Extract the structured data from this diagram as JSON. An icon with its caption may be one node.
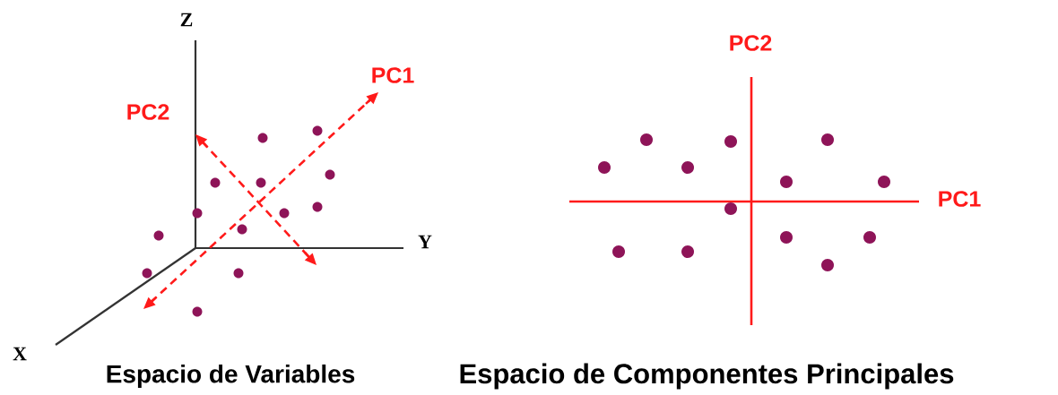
{
  "diagram": {
    "labels": [
      "Z",
      "PC1",
      "PC2",
      "Y",
      "X",
      "Espacio de Variables",
      "PC2",
      "PC1",
      "Espacio de Componentes Principales"
    ]
  }
}
